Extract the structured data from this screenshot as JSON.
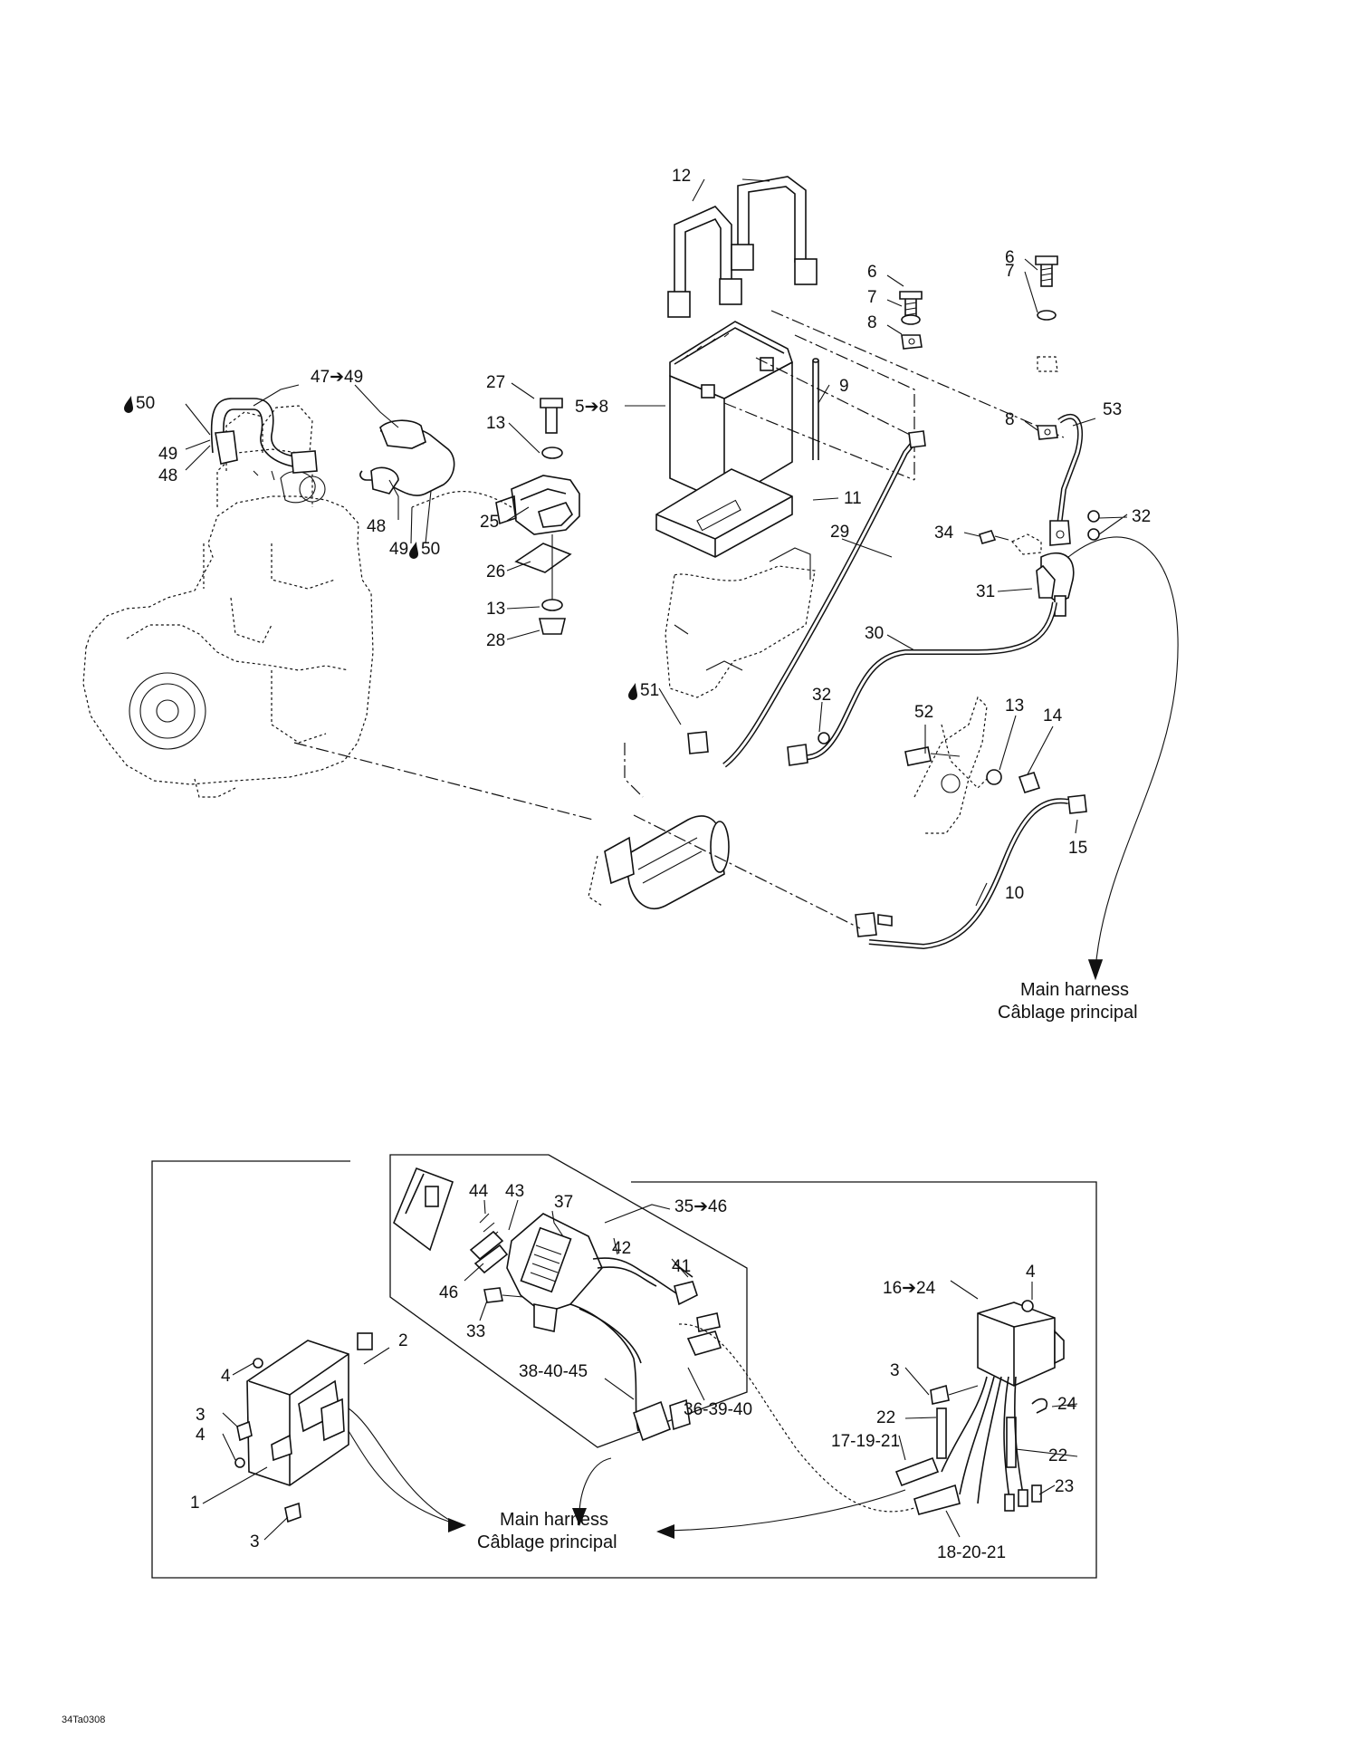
{
  "diagram": {
    "reference_code": "34Ta0308",
    "callouts": {
      "c12": "12",
      "c6a": "6",
      "c7a": "7",
      "c8a": "8",
      "c6b": "6",
      "c7b": "7",
      "c8b": "8",
      "c53": "53",
      "c47_49": "47➔49",
      "c50a": "50",
      "c49a": "49",
      "c48a": "48",
      "c48b": "48",
      "c49b": "49",
      "c50b": "50",
      "c27": "27",
      "c13a": "13",
      "c25": "25",
      "c26": "26",
      "c13b": "13",
      "c28": "28",
      "c5_8": "5➔8",
      "c9": "9",
      "c11": "11",
      "c29": "29",
      "c34": "34",
      "c32a": "32",
      "c31": "31",
      "c30": "30",
      "c51": "51",
      "c32b": "32",
      "c52": "52",
      "c13c": "13",
      "c14": "14",
      "c15": "15",
      "c10": "10",
      "c44": "44",
      "c43": "43",
      "c37": "37",
      "c35_46": "35➔46",
      "c42": "42",
      "c41": "41",
      "c46": "46",
      "c33": "33",
      "c38_40_45": "38-40-45",
      "c36_39_40": "36-39-40",
      "c2": "2",
      "c4a": "4",
      "c3a": "3",
      "c4b": "4",
      "c1": "1",
      "c3b": "3",
      "c4c": "4",
      "c16_24": "16➔24",
      "c3c": "3",
      "c22a": "22",
      "c24": "24",
      "c17_19_21": "17-19-21",
      "c22b": "22",
      "c23": "23",
      "c18_20_21": "18-20-21"
    },
    "harness_top": {
      "line1": "Main harness",
      "line2": "Câblage principal"
    },
    "harness_bottom": {
      "line1": "Main harness",
      "line2": "Câblage principal"
    }
  }
}
